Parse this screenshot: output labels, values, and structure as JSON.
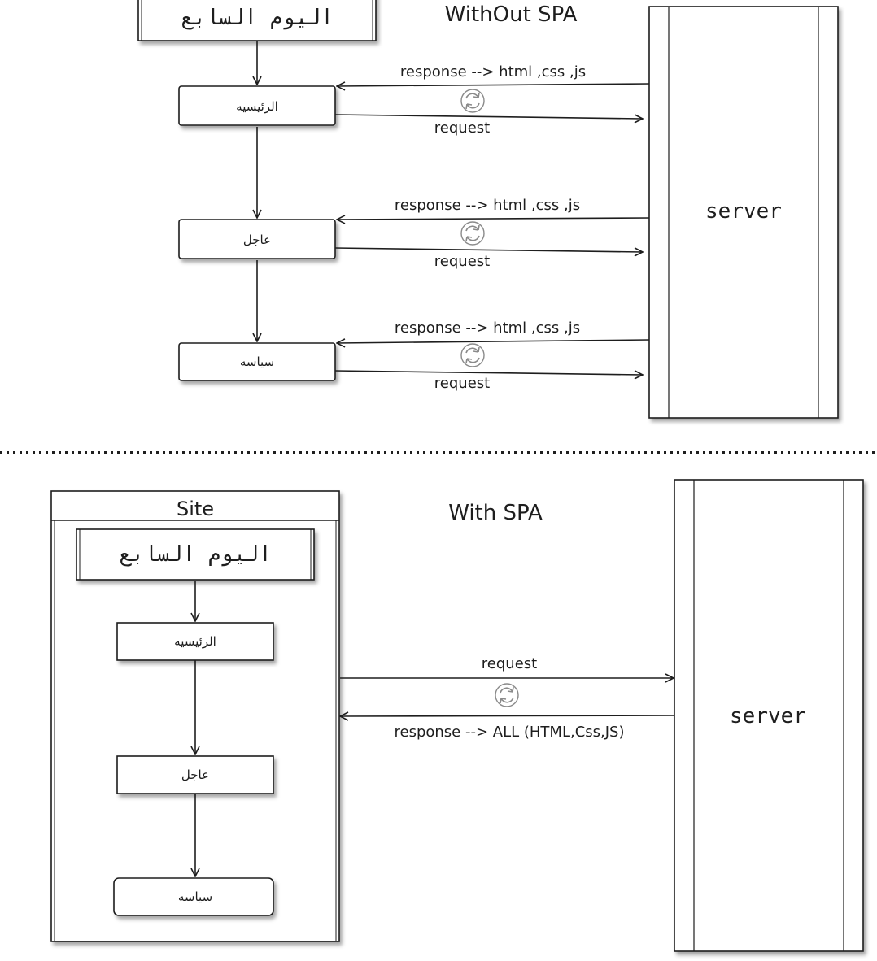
{
  "top": {
    "title": "WithOut SPA",
    "site_title": "اليوم السابع",
    "server_label": "server",
    "pages": [
      {
        "label": "الرئيسيه",
        "response": "response --> html ,css ,js",
        "request": "request"
      },
      {
        "label": "عاجل",
        "response": "response --> html ,css ,js",
        "request": "request"
      },
      {
        "label": "سياسه",
        "response": "response --> html ,css ,js",
        "request": "request"
      }
    ]
  },
  "bottom": {
    "title": "With SPA",
    "frame_label": "Site",
    "site_title": "اليوم السابع",
    "server_label": "server",
    "request": "request",
    "response": "response --> ALL (HTML,Css,JS)",
    "pages": [
      {
        "label": "الرئيسيه"
      },
      {
        "label": "عاجل"
      },
      {
        "label": "سياسه"
      }
    ]
  },
  "icons": {
    "cycle": "refresh-cycle-icon"
  },
  "colors": {
    "stroke": "#1e1e1e",
    "shadow": "#bdbdbd",
    "fill": "#ffffff"
  }
}
